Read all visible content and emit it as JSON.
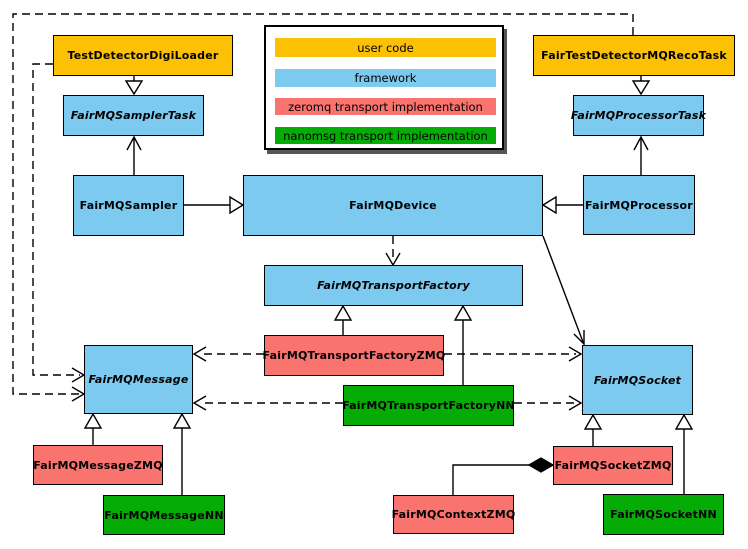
{
  "colors": {
    "user_code": "#FCC106",
    "framework": "#7DCAF0",
    "zeromq": "#F9736F",
    "nanomsg": "#05AC05",
    "box_border": "#000000",
    "legend_shadow": "#565656"
  },
  "legend": {
    "items": [
      {
        "label": "user code"
      },
      {
        "label": "framework"
      },
      {
        "label": "zeromq transport implementation"
      },
      {
        "label": "nanomsg transport implementation"
      }
    ]
  },
  "nodes": {
    "digi_loader": {
      "label": "TestDetectorDigiLoader",
      "category": "user code"
    },
    "reco_task": {
      "label": "FairTestDetectorMQRecoTask",
      "category": "user code"
    },
    "sampler_task": {
      "label": "FairMQSamplerTask",
      "category": "framework",
      "abstract": true
    },
    "processor_task": {
      "label": "FairMQProcessorTask",
      "category": "framework",
      "abstract": true
    },
    "sampler": {
      "label": "FairMQSampler",
      "category": "framework"
    },
    "device": {
      "label": "FairMQDevice",
      "category": "framework"
    },
    "processor": {
      "label": "FairMQProcessor",
      "category": "framework"
    },
    "transport_factory": {
      "label": "FairMQTransportFactory",
      "category": "framework",
      "abstract": true
    },
    "transport_factory_zmq": {
      "label": "FairMQTransportFactoryZMQ",
      "category": "zeromq"
    },
    "transport_factory_nn": {
      "label": "FairMQTransportFactoryNN",
      "category": "nanomsg"
    },
    "message": {
      "label": "FairMQMessage",
      "category": "framework",
      "abstract": true
    },
    "socket": {
      "label": "FairMQSocket",
      "category": "framework",
      "abstract": true
    },
    "message_zmq": {
      "label": "FairMQMessageZMQ",
      "category": "zeromq"
    },
    "message_nn": {
      "label": "FairMQMessageNN",
      "category": "nanomsg"
    },
    "socket_zmq": {
      "label": "FairMQSocketZMQ",
      "category": "zeromq"
    },
    "socket_nn": {
      "label": "FairMQSocketNN",
      "category": "nanomsg"
    },
    "context_zmq": {
      "label": "FairMQContextZMQ",
      "category": "zeromq"
    }
  }
}
